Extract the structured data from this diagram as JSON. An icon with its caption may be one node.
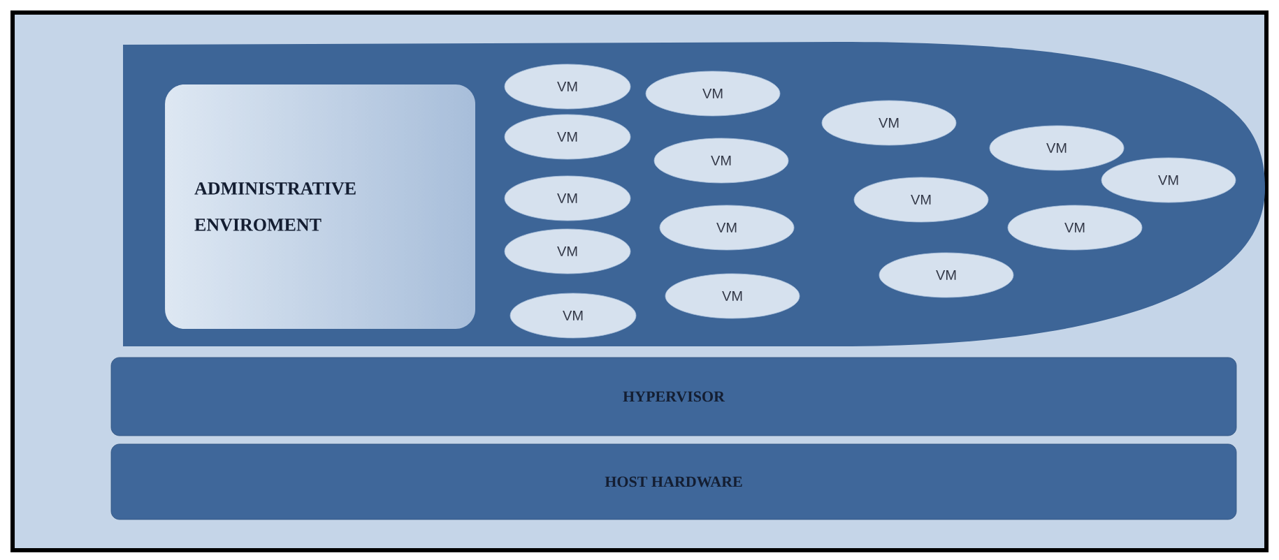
{
  "diagram": {
    "nodes": [
      {
        "text": [],
        "shape": "box"
      },
      {
        "text": [
          "ADMINISTRATIVE ENVIROMENT"
        ],
        "in": 0
      },
      {
        "text": [
          "VM"
        ],
        "in": 0
      },
      {
        "text": [
          "VM"
        ],
        "in": 0
      },
      {
        "text": [
          "VM"
        ],
        "in": 0
      },
      {
        "text": [
          "VM"
        ],
        "in": 0
      },
      {
        "text": [
          "VM"
        ],
        "in": 0
      },
      {
        "text": [
          "VM"
        ],
        "in": 0
      },
      {
        "text": [
          "VM"
        ],
        "in": 0
      },
      {
        "text": [
          "VM"
        ],
        "in": 0
      },
      {
        "text": [
          "VM"
        ],
        "in": 0
      },
      {
        "text": [
          "VM"
        ],
        "in": 0
      },
      {
        "text": [
          "VM"
        ],
        "in": 0
      },
      {
        "text": [
          "VM"
        ],
        "in": 0
      },
      {
        "text": [
          "VM"
        ],
        "in": 0
      },
      {
        "text": [
          "VM"
        ],
        "in": 0
      },
      {
        "text": [
          "VM"
        ],
        "in": 0
      },
      {
        "text": [
          "HYPERVISOR"
        ]
      },
      {
        "text": [
          "HOST HARDWARE"
        ]
      }
    ],
    "edges": []
  }
}
